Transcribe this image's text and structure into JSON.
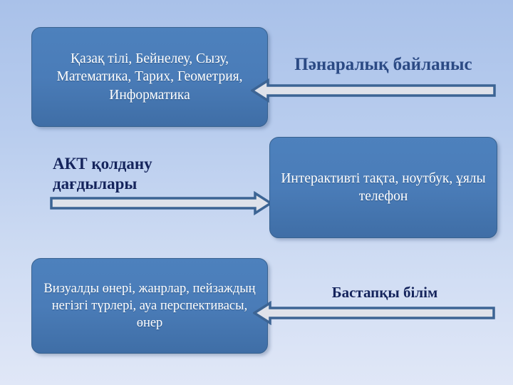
{
  "slide": {
    "background_top_color": "#a9c1e9",
    "background_bottom_color": "#e0e7f7",
    "box_fill_color": "#4d81bd",
    "box_border_color": "#37618f",
    "box_text_color": "#ffffff",
    "label_text_color": "#15245c",
    "arrow_outline_color": "#3c6494",
    "arrow_fill_color": "#dfe2ea"
  },
  "boxes": {
    "subjects": {
      "text": "Қазақ тілі, Бейнелеу, Сызу, Математика, Тарих, Геометрия, Информатика"
    },
    "devices": {
      "text": "Интерактивті тақта, ноутбук, ұялы телефон"
    },
    "visual_art": {
      "text": "Визуалды өнері, жанрлар, пейзаждың негізгі түрлері, ауа перспективасы, өнер"
    }
  },
  "labels": {
    "interdisciplinary": "Пәнаралық байланыс",
    "ict_skills": "АКТ қолдану\nдағдылары",
    "primary_knowledge": "Бастапқы білім"
  },
  "arrows": {
    "top": {
      "direction": "left",
      "icon": "arrow-left-icon"
    },
    "middle": {
      "direction": "right",
      "icon": "arrow-right-icon"
    },
    "bottom": {
      "direction": "left",
      "icon": "arrow-left-icon"
    }
  }
}
